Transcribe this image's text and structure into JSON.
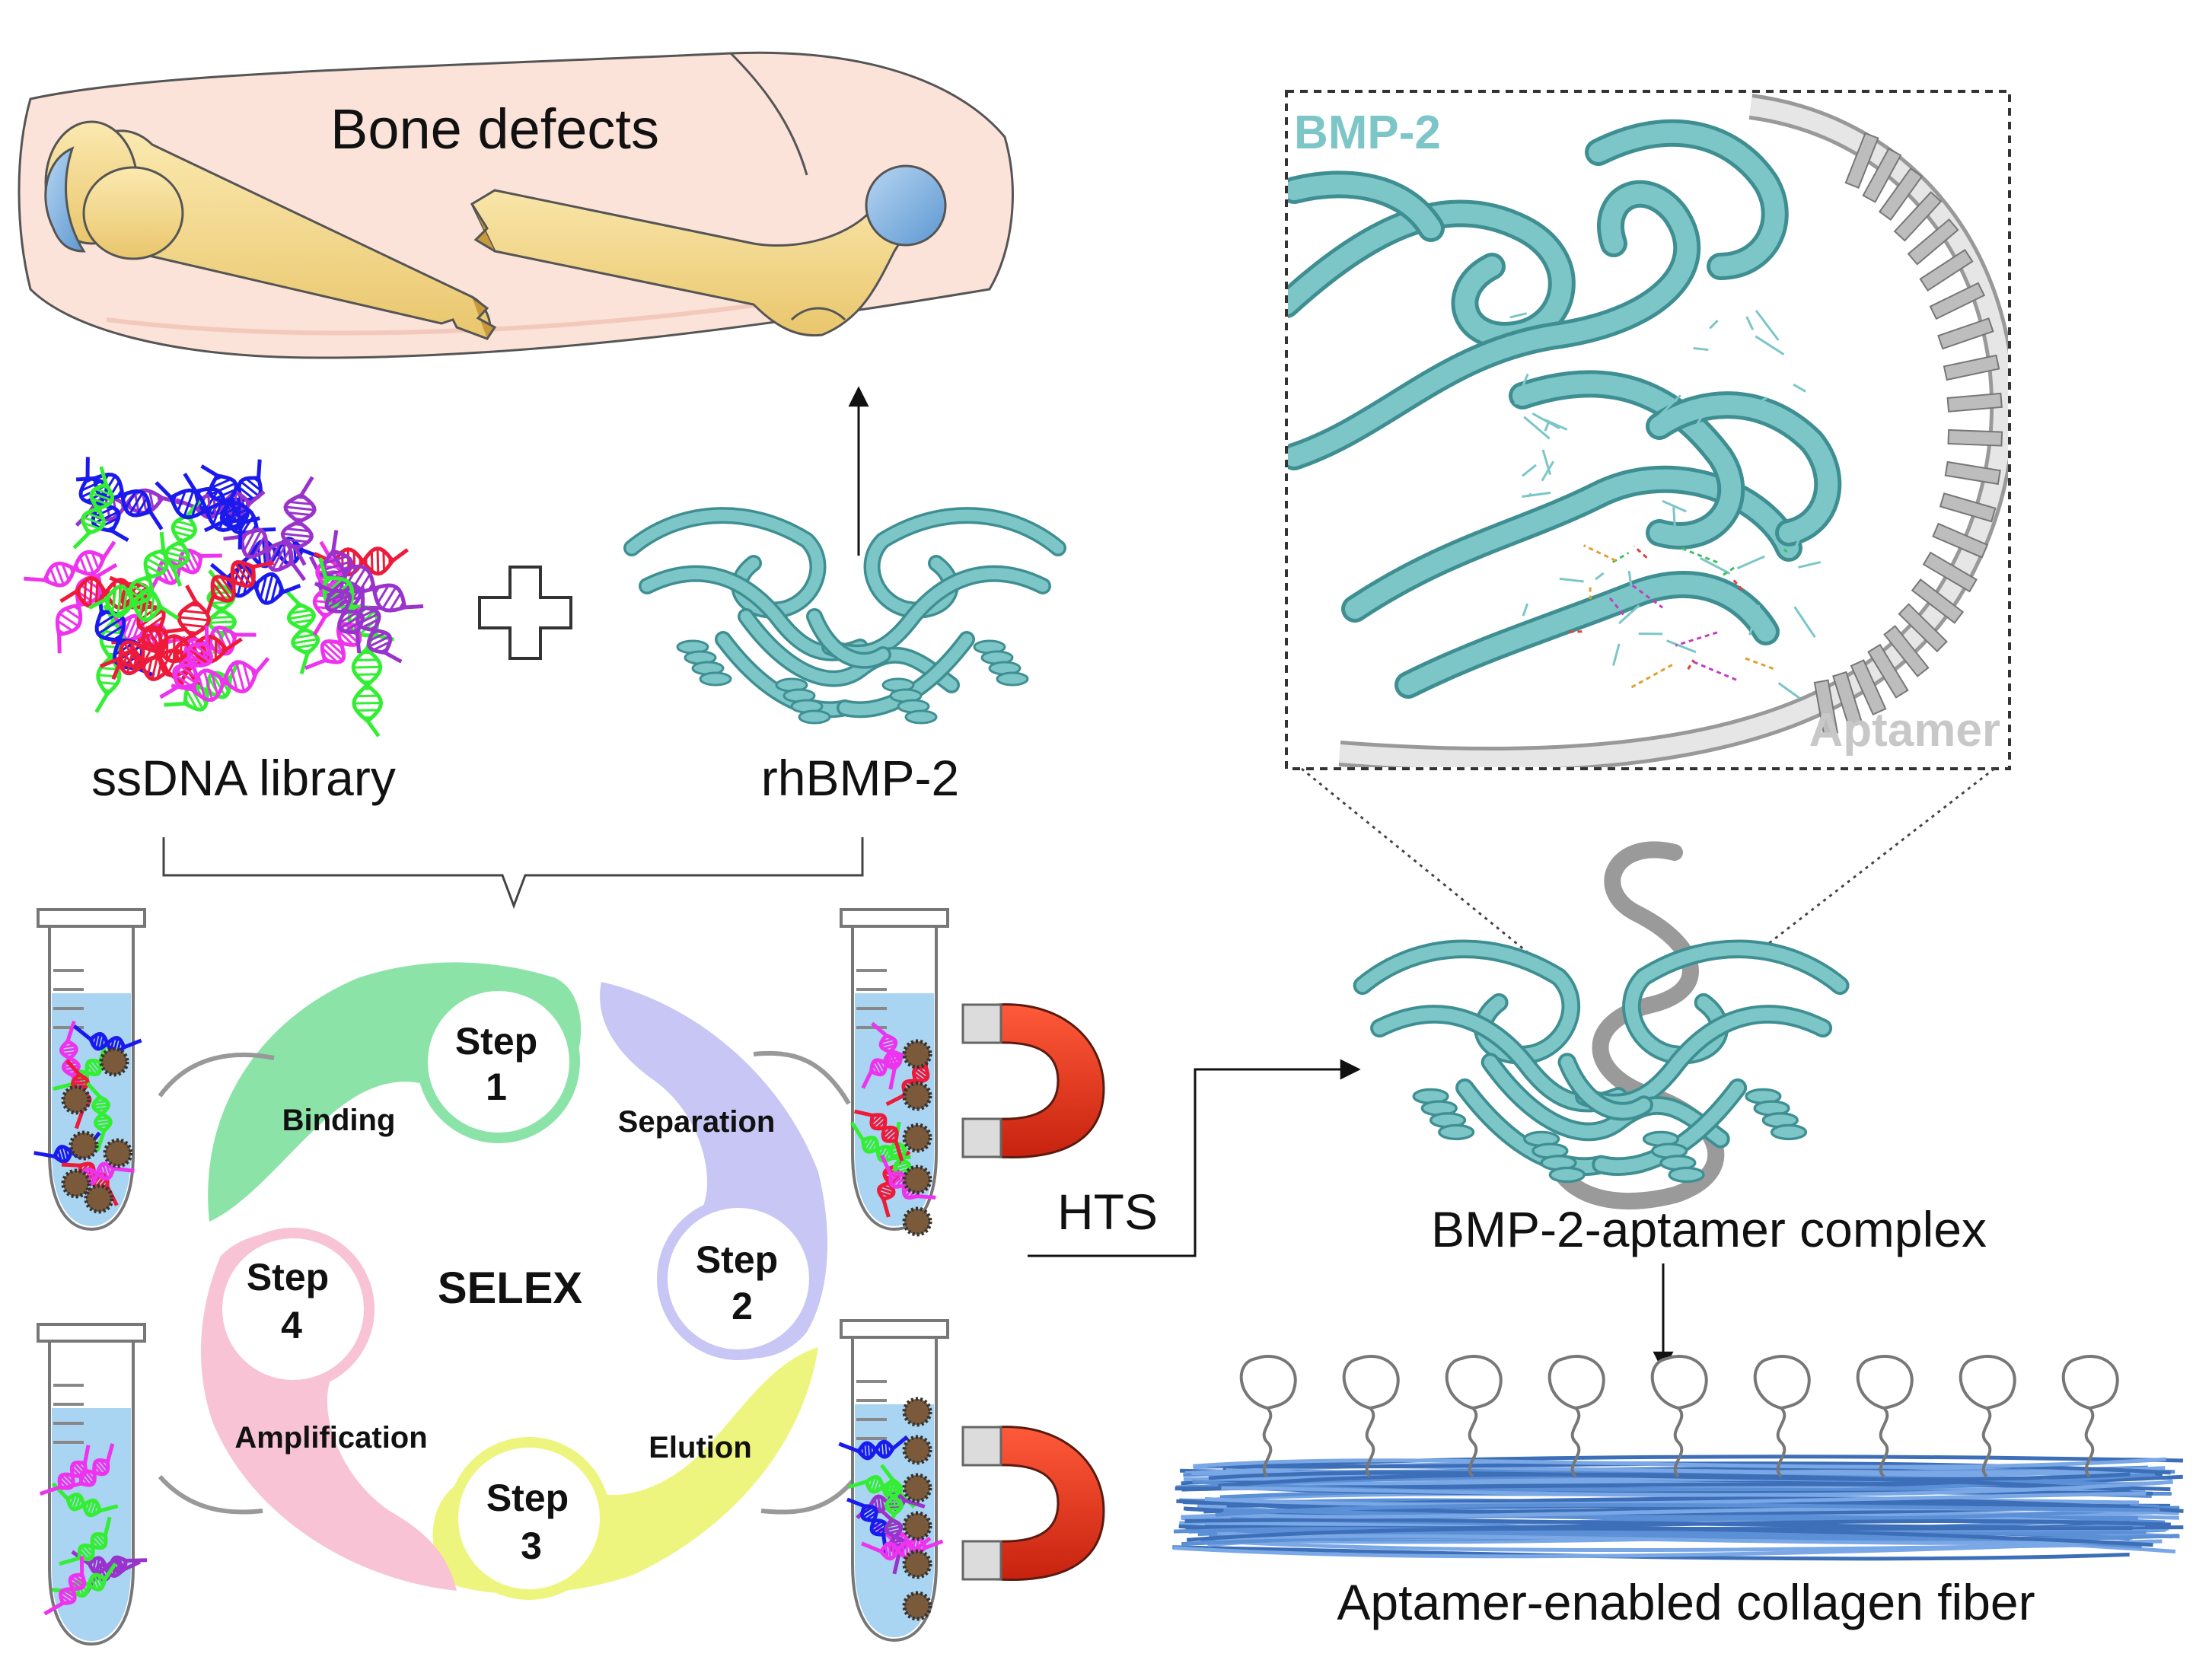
{
  "labels": {
    "bone_defects": "Bone defects",
    "ssdna_library": "ssDNA library",
    "rhbmp2": "rhBMP-2",
    "bmp2": "BMP-2",
    "aptamer": "Aptamer",
    "complex": "BMP-2-aptamer complex",
    "fiber": "Aptamer-enabled collagen fiber",
    "hts": "HTS",
    "selex": "SELEX"
  },
  "selex_steps": [
    {
      "step_word": "Step",
      "number": "1",
      "name": "Binding",
      "color": "#8be3a8"
    },
    {
      "step_word": "Step",
      "number": "2",
      "name": "Separation",
      "color": "#c7c6f5"
    },
    {
      "step_word": "Step",
      "number": "3",
      "name": "Elution",
      "color": "#eef57e"
    },
    {
      "step_word": "Step",
      "number": "4",
      "name": "Amplification",
      "color": "#f8c3d4"
    }
  ],
  "colors": {
    "protein": "#7cc6c8",
    "protein_dark": "#3f8f92",
    "aptamer_gray": "#b8b8b8",
    "bone": "#f6dc8f",
    "cartilage": "#7fb2e0",
    "skin": "#fbe3d9",
    "collagen": "#5b8fd6",
    "magnet_red": "#e8321c",
    "tube_liquid": "#a9d4f2"
  },
  "icons": [
    "plus-icon",
    "magnet-icon",
    "microcentrifuge-tube-icon",
    "arrow-icon",
    "dna-helix-icon",
    "protein-ribbon-icon",
    "bone-icon",
    "magnetic-bead-icon"
  ]
}
